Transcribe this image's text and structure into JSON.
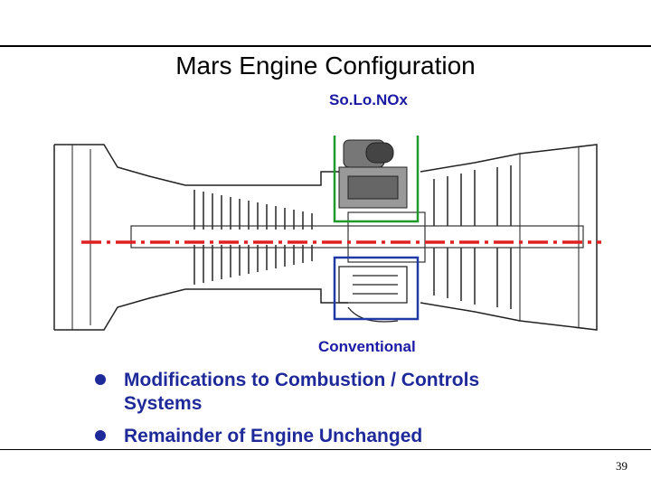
{
  "slide": {
    "title": "Mars Engine Configuration",
    "label_top": "So.Lo.NOx",
    "label_bottom": "Conventional",
    "bullets": [
      "Modifications to Combustion / Controls Systems",
      "Remainder of Engine Unchanged"
    ],
    "page_number": "39"
  },
  "colors": {
    "label_text": "#1a1aa6",
    "bullet_text": "#1f2a9a",
    "solonox_box": "#1f9a2a",
    "conventional_box": "#1f3aa6",
    "centerline": "#e02020"
  }
}
